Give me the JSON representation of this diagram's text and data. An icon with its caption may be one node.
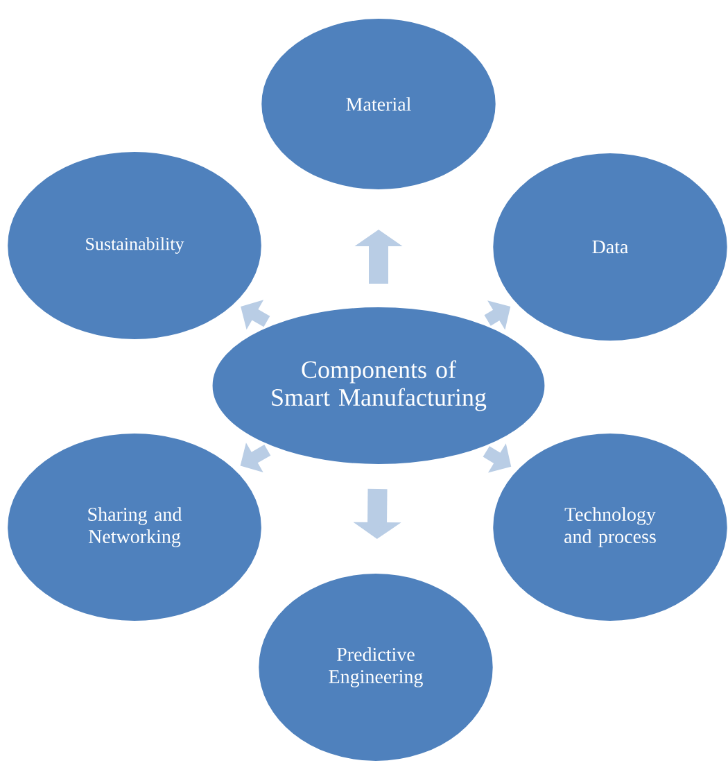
{
  "diagram": {
    "nodes": [
      {
        "text": [
          "Material"
        ]
      },
      {
        "text": [
          "Sustainability"
        ]
      },
      {
        "text": [
          "Data"
        ]
      },
      {
        "text": [
          "Components of Smart Manufacturing"
        ]
      },
      {
        "text": [
          "Sharing and Networking"
        ]
      },
      {
        "text": [
          "Technology and process"
        ]
      },
      {
        "text": [
          "Predictive Engineering"
        ]
      }
    ],
    "edges": [
      {
        "from": 3,
        "to": 0,
        "arrow": "to"
      },
      {
        "from": 3,
        "to": 1,
        "arrow": "to"
      },
      {
        "from": 3,
        "to": 2,
        "arrow": "to"
      },
      {
        "from": 3,
        "to": 4,
        "arrow": "to"
      },
      {
        "from": 3,
        "to": 5,
        "arrow": "to"
      },
      {
        "from": 3,
        "to": 6,
        "arrow": "to"
      }
    ]
  }
}
